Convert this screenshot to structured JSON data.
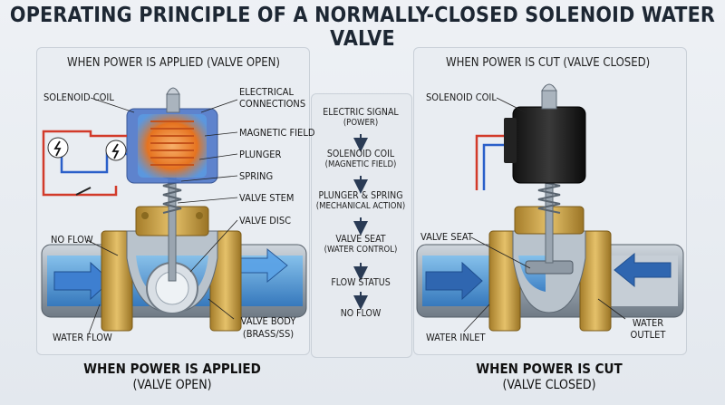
{
  "title": "OPERATING PRINCIPLE OF A NORMALLY-CLOSED SOLENOID WATER VALVE",
  "left_panel": {
    "heading": "WHEN POWER IS APPLIED (VALVE OPEN)",
    "labels": {
      "solenoid_coil": "SOLENOID COIL",
      "electrical_connections_1": "ELECTRICAL",
      "electrical_connections_2": "CONNECTIONS",
      "magnetic_field": "MAGNETIC FIELD",
      "plunger": "PLUNGER",
      "spring": "SPRING",
      "valve_stem": "VALVE STEM",
      "valve_disc": "VALVE DISC",
      "no_flow": "NO FLOW",
      "water_flow": "WATER FLOW",
      "valve_body_1": "VALVE BODY",
      "valve_body_2": "(BRASS/SS)"
    },
    "caption_1": "WHEN POWER IS APPLIED",
    "caption_2": "(VALVE OPEN)"
  },
  "center_flow": {
    "steps": [
      {
        "line1": "ELECTRIC SIGNAL",
        "line2": "(POWER)"
      },
      {
        "line1": "SOLENOID COIL",
        "line2": "(MAGNETIC FIELD)"
      },
      {
        "line1": "PLUNGER & SPRING",
        "line2": "(MECHANICAL ACTION)"
      },
      {
        "line1": "VALVE SEAT",
        "line2": "(WATER CONTROL)"
      },
      {
        "line1": "FLOW STATUS",
        "line2": ""
      },
      {
        "line1": "NO FLOW",
        "line2": ""
      }
    ]
  },
  "right_panel": {
    "heading": "WHEN POWER IS  CUT (VALVE CLOSED)",
    "labels": {
      "solenoid_coil": "SOLENOID COIL",
      "valve_seat": "VALVE SEAT",
      "water_inlet": "WATER INLET",
      "water_outlet_1": "WATER",
      "water_outlet_2": "OUTLET"
    },
    "caption_1": "WHEN POWER IS CUT",
    "caption_2": "(VALVE CLOSED)"
  },
  "colors": {
    "water": "#3a8fd6",
    "brass": "#c9a24a",
    "steel": "#a9b3bd",
    "coil_glow": "#e8742a",
    "wire_red": "#d23a2a",
    "wire_blue": "#2a5fc9"
  }
}
